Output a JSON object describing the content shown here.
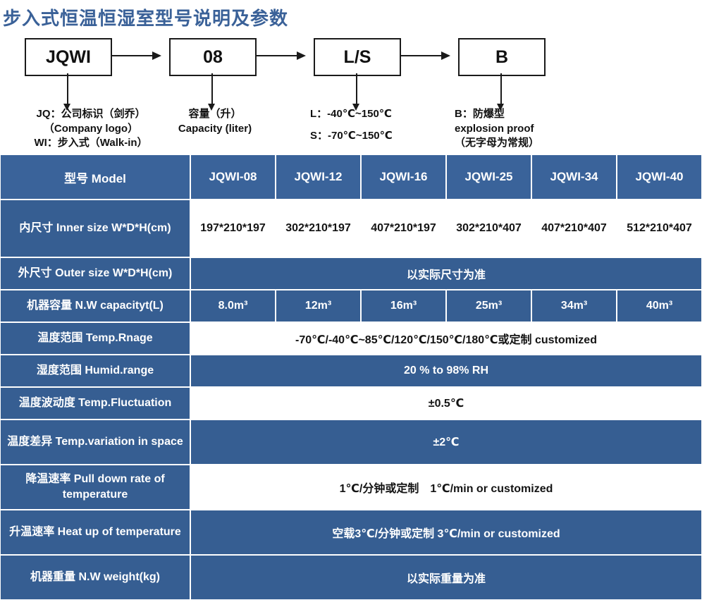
{
  "title": "步入式恒温恒湿室型号说明及参数",
  "accent_blue": "#3a639a",
  "label_blue": "#365e92",
  "title_color": "#3a6198",
  "diagram": {
    "nodes": [
      {
        "label": "JQWI"
      },
      {
        "label": "08"
      },
      {
        "label": "L/S"
      },
      {
        "label": "B"
      }
    ],
    "legends": [
      {
        "lines": [
          "JQ：公司标识（剑乔）",
          "（Company logo）",
          "WI：步入式（Walk-in）"
        ]
      },
      {
        "lines": [
          "容量（升）",
          "Capacity (liter)"
        ]
      },
      {
        "lines": [
          "L：-40℃~150℃",
          "S：-70℃~150℃"
        ]
      },
      {
        "lines": [
          "B：防爆型",
          "explosion proof",
          "（无字母为常规）"
        ]
      }
    ]
  },
  "table": {
    "header": {
      "label": "型号 Model",
      "models": [
        "JQWI-08",
        "JQWI-12",
        "JQWI-16",
        "JQWI-25",
        "JQWI-34",
        "JQWI-40"
      ]
    },
    "rows": [
      {
        "label": "内尺寸 Inner size W*D*H(cm)",
        "style": "white",
        "merged": false,
        "values": [
          "197*210*197",
          "302*210*197",
          "407*210*197",
          "302*210*407",
          "407*210*407",
          "512*210*407"
        ]
      },
      {
        "label": "外尺寸 Outer size W*D*H(cm)",
        "style": "blue",
        "merged": true,
        "value": "以实际尺寸为准"
      },
      {
        "label": "机器容量 N.W capacityt(L)",
        "style": "blue",
        "merged": false,
        "values": [
          "8.0m³",
          "12m³",
          "16m³",
          "25m³",
          "34m³",
          "40m³"
        ]
      },
      {
        "label": "温度范围 Temp.Rnage",
        "style": "white",
        "merged": true,
        "value": "-70℃/-40℃~85℃/120℃/150℃/180℃或定制 customized"
      },
      {
        "label": "湿度范围 Humid.range",
        "style": "blue",
        "merged": true,
        "value": "20 % to 98% RH"
      },
      {
        "label": "温度波动度 Temp.Fluctuation",
        "style": "white",
        "merged": true,
        "value": "±0.5℃"
      },
      {
        "label": "温度差异 Temp.variation in space",
        "style": "blue",
        "merged": true,
        "value": "±2℃"
      },
      {
        "label": "降温速率 Pull down rate of temperature",
        "style": "white",
        "merged": true,
        "value": "1℃/分钟或定制　1℃/min or customized"
      },
      {
        "label": "升温速率 Heat up of temperature",
        "style": "blue",
        "merged": true,
        "value": "空载3℃/分钟或定制 3℃/min or customized"
      },
      {
        "label": "机器重量 N.W weight(kg)",
        "style": "blue",
        "merged": true,
        "value": "以实际重量为准"
      }
    ]
  }
}
